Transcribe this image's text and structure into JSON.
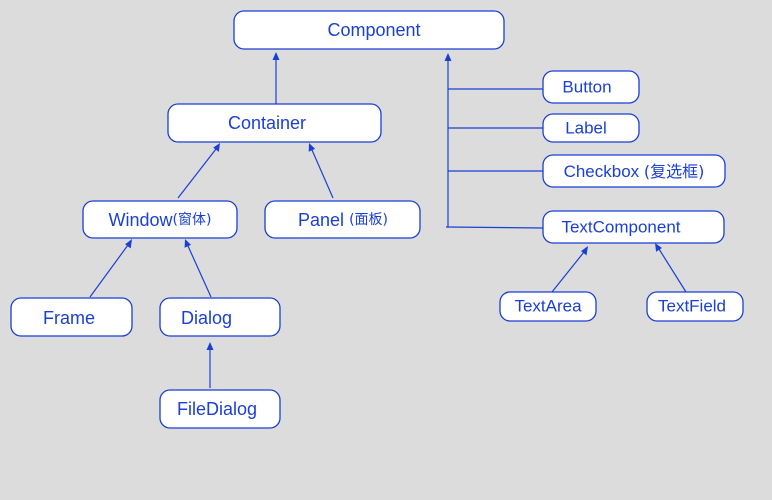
{
  "diagram": {
    "colors": {
      "accent": "#1a3fd4",
      "box_fill": "#ffffff",
      "background": "#dcdcdc"
    },
    "nodes": {
      "component": {
        "label": "Component"
      },
      "container": {
        "label": "Container"
      },
      "window": {
        "label": "Window",
        "note": "(窗体)"
      },
      "panel": {
        "label": "Panel",
        "note": "(面板)"
      },
      "frame": {
        "label": "Frame"
      },
      "dialog": {
        "label": "Dialog"
      },
      "filedialog": {
        "label": "FileDialog"
      },
      "button": {
        "label": "Button"
      },
      "label": {
        "label": "Label"
      },
      "checkbox": {
        "label": "Checkbox",
        "note": "(复选框)"
      },
      "textcomponent": {
        "label": "TextComponent"
      },
      "textarea": {
        "label": "TextArea"
      },
      "textfield": {
        "label": "TextField"
      }
    },
    "edges": [
      {
        "from": "container",
        "to": "component"
      },
      {
        "from": "window",
        "to": "container"
      },
      {
        "from": "panel",
        "to": "container"
      },
      {
        "from": "frame",
        "to": "window"
      },
      {
        "from": "dialog",
        "to": "window"
      },
      {
        "from": "filedialog",
        "to": "dialog"
      },
      {
        "from": "button",
        "to": "component"
      },
      {
        "from": "label",
        "to": "component"
      },
      {
        "from": "checkbox",
        "to": "component"
      },
      {
        "from": "textcomponent",
        "to": "component"
      },
      {
        "from": "textarea",
        "to": "textcomponent"
      },
      {
        "from": "textfield",
        "to": "textcomponent"
      }
    ]
  }
}
